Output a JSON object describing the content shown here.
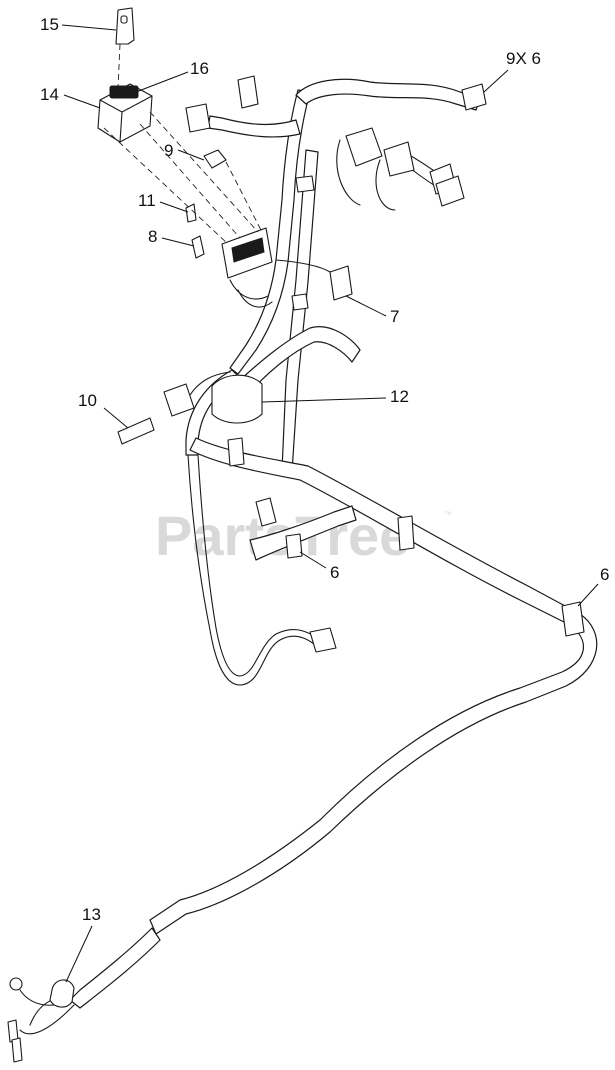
{
  "watermark": {
    "text": "PartsTree",
    "trademark": "™"
  },
  "callouts": {
    "c15": "15",
    "c16": "16",
    "c14": "14",
    "c9x6": "9X 6",
    "c9": "9",
    "c11": "11",
    "c8": "8",
    "c7": "7",
    "c10": "10",
    "c12": "12",
    "c6a": "6",
    "c6b": "6",
    "c13": "13"
  }
}
